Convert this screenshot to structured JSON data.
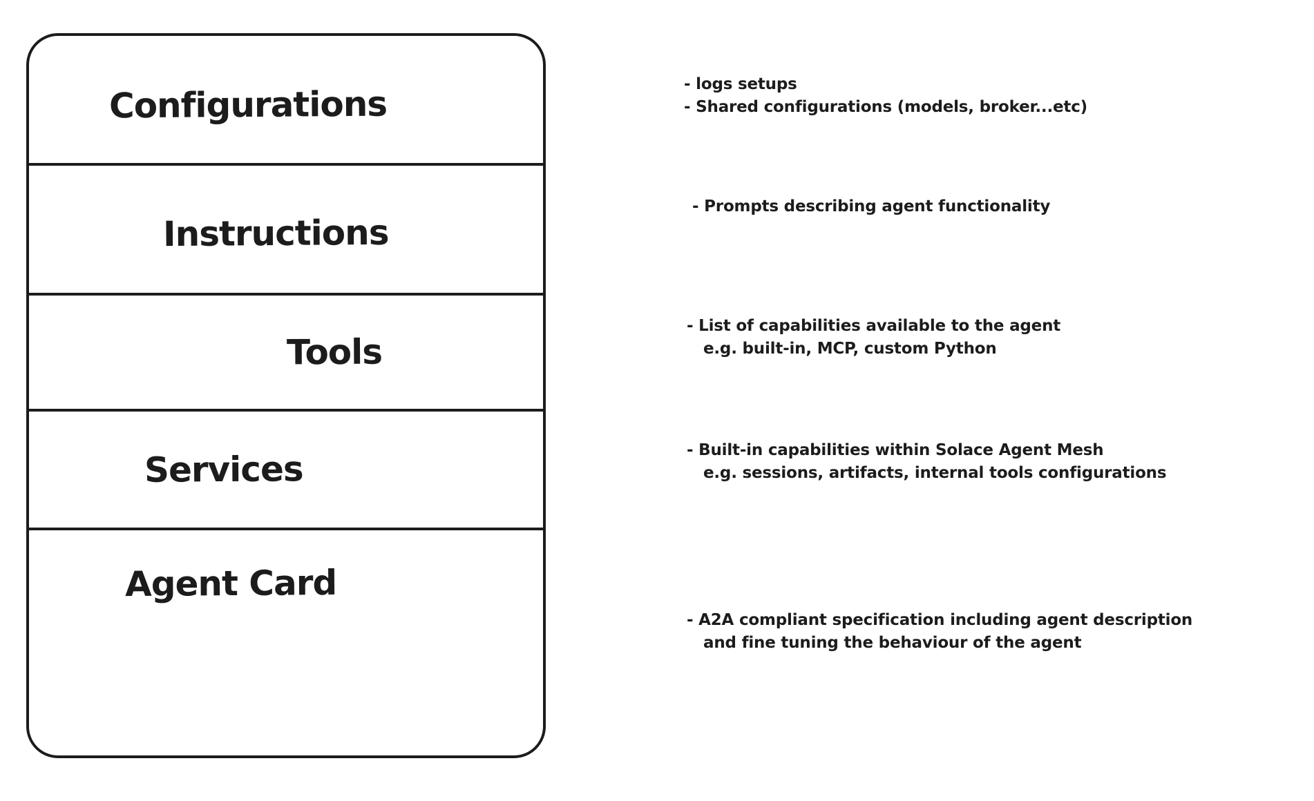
{
  "style": {
    "background": "#ffffff",
    "ink": "#1c1c1c"
  },
  "diagram": {
    "type": "stack-diagram",
    "sections": [
      {
        "label": "Configurations",
        "notes": [
          "- logs setups",
          "- Shared configurations (models, broker...etc)"
        ]
      },
      {
        "label": "Instructions",
        "notes": [
          "- Prompts describing agent functionality"
        ]
      },
      {
        "label": "Tools",
        "notes": [
          "- List of capabilities available to the agent",
          "e.g. built-in, MCP, custom Python"
        ]
      },
      {
        "label": "Services",
        "notes": [
          "- Built-in capabilities within Solace Agent Mesh",
          "e.g. sessions, artifacts, internal tools configurations"
        ]
      },
      {
        "label": "Agent Card",
        "notes": [
          "- A2A compliant specification including agent description",
          "and fine tuning the behaviour of the agent"
        ]
      }
    ]
  }
}
